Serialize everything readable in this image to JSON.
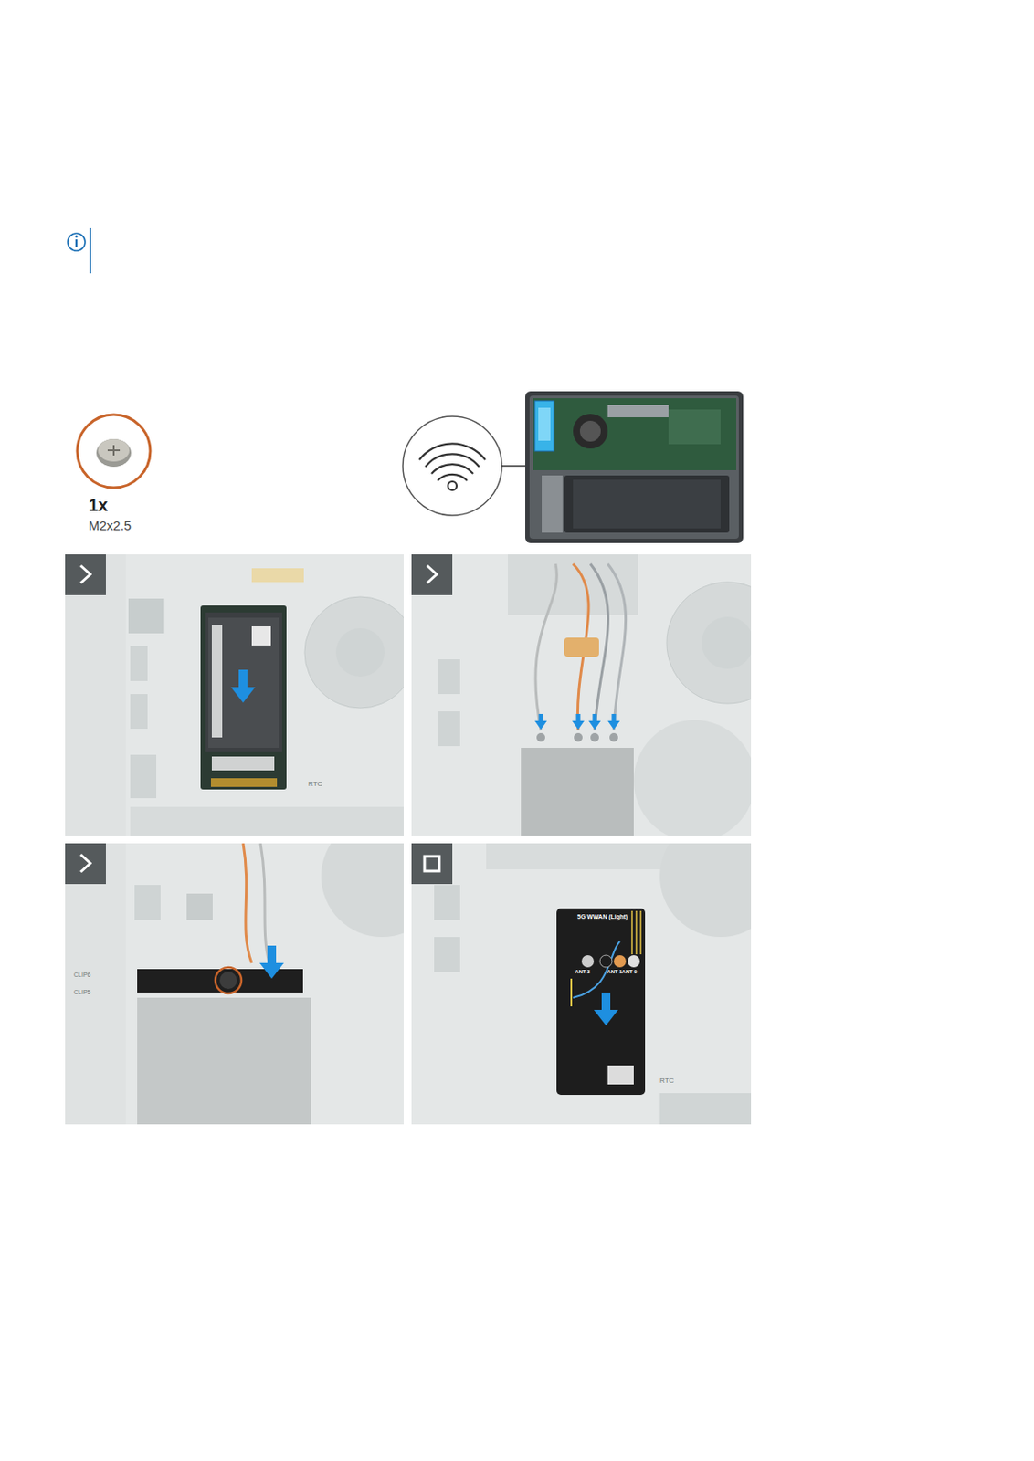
{
  "diagram": {
    "labels": [
      "1x",
      "M2x2.5",
      "5G WWAN (Light)",
      "ANT 3",
      "ANT 1",
      "ANT 0",
      "RTC",
      "RTC",
      "CLIP6",
      "CLIP5"
    ]
  }
}
